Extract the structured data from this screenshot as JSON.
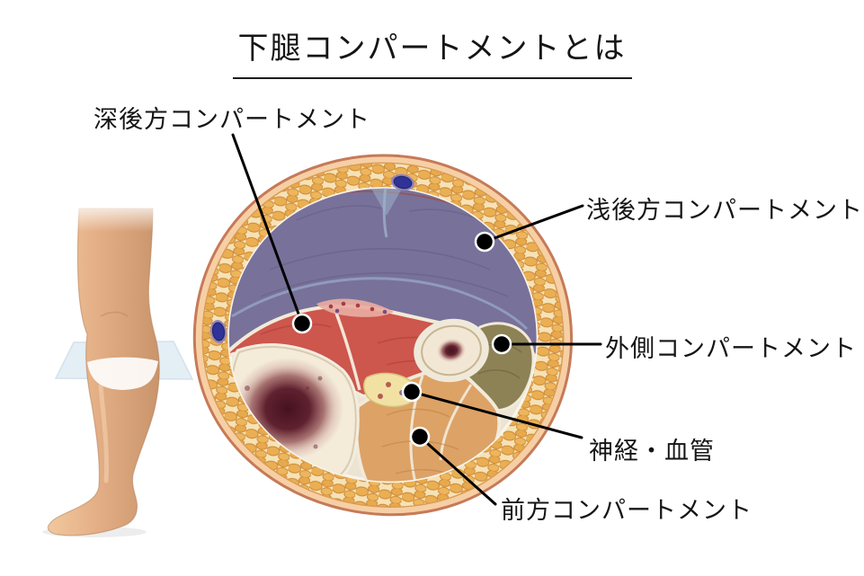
{
  "title": {
    "text": "下腿コンパートメントとは"
  },
  "labels": {
    "deep_posterior": "深後方コンパートメント",
    "superficial_posterior": "浅後方コンパートメント",
    "lateral": "外側コンパートメント",
    "neurovascular": "神経・血管",
    "anterior": "前方コンパートメント"
  },
  "colors": {
    "background": "#ffffff",
    "text": "#151515",
    "leader_line": "#000000",
    "skin": "#f7cfa5",
    "skin_outline": "#c67a58",
    "fat_lobule": "#eaaf52",
    "fat_base": "#f6e2b6",
    "fat_outline": "#cd8836",
    "fascia": "#ece3d2",
    "superficial_posterior_region": "#78719a",
    "septum": "#9db0c9",
    "deep_posterior_region": "#cd564d",
    "anterior_region": "#dda266",
    "lateral_region": "#8d8156",
    "bone_cortex": "#f3e9d6",
    "bone_marrow": "#5f2130",
    "nerve_vessel_area": "#f1e2a4",
    "vein": "#2f3397",
    "section_plane": "#d9e7f1",
    "leg_skin": "#e8b58d"
  }
}
